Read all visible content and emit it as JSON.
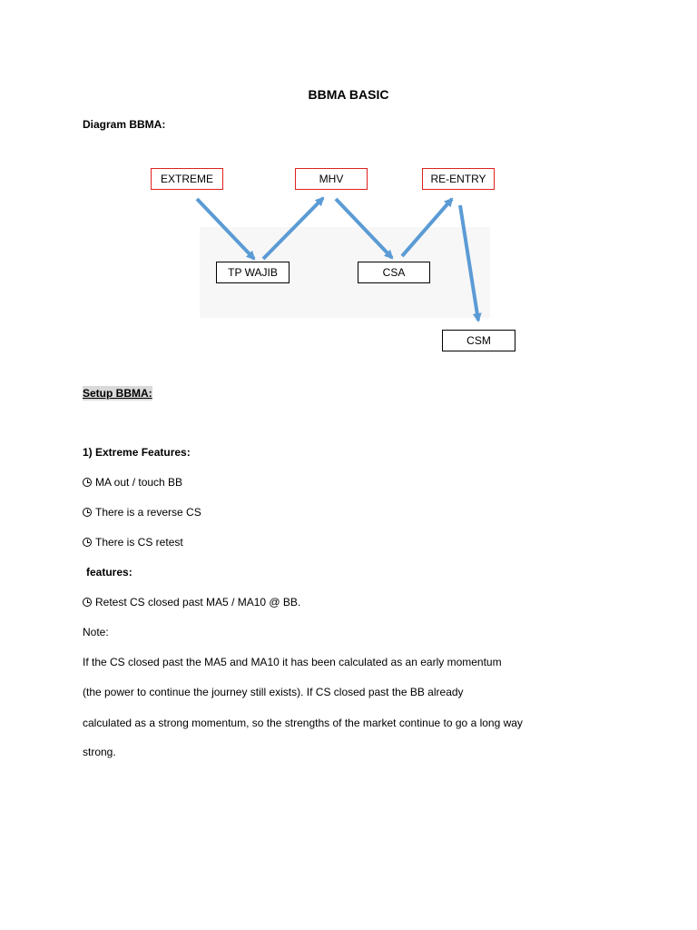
{
  "title": "BBMA BASIC",
  "diagram_heading": "Diagram BBMA:",
  "diagram": {
    "nodes": {
      "extreme": "EXTREME",
      "mhv": "MHV",
      "reentry": "RE-ENTRY",
      "tp_wajib": "TP WAJIB",
      "csa": "CSA",
      "csm": "CSM"
    },
    "colors": {
      "red_border": "#e02020",
      "arrow": "#5b9bd5"
    }
  },
  "setup_heading": "Setup BBMA:",
  "extreme_features_heading": "1) Extreme Features:",
  "bullets": [
    "MA out / touch BB",
    "There is a reverse CS",
    "There is CS retest"
  ],
  "features_label": "features:",
  "features_bullet": "Retest CS closed past MA5 / MA10 @ BB.",
  "note_label": "Note:",
  "note_lines": [
    "If the CS closed past the MA5 and MA10 it has been calculated as an early momentum",
    "(the power to continue the journey still exists). If CS closed past the BB already",
    "calculated as a strong momentum, so the strengths of the market continue to go a long way",
    "strong."
  ],
  "bullet_icon": "clock-icon"
}
